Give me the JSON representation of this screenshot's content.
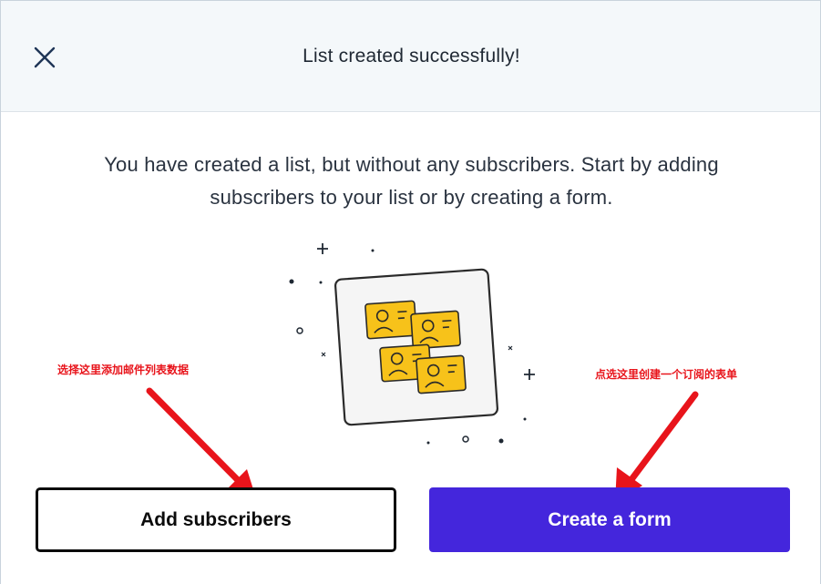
{
  "header": {
    "title": "List created successfully!",
    "close_icon": "close-icon"
  },
  "body": {
    "description": "You have created a list, but without any subscribers. Start by adding subscribers to your list or by creating a form.",
    "illustration_icon": "contact-cards-illustration"
  },
  "annotations": {
    "left": "选择这里添加邮件列表数据",
    "right": "点选这里创建一个订阅的表单"
  },
  "actions": {
    "add_subscribers": "Add subscribers",
    "create_form": "Create a form"
  },
  "colors": {
    "primary": "#4426dc",
    "header_bg": "#f4f8fa",
    "card_yellow": "#f7c21a",
    "annotation_red": "#e8141b"
  }
}
